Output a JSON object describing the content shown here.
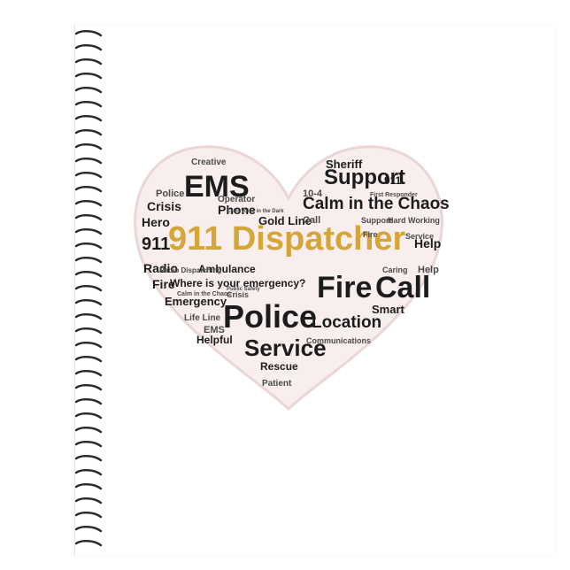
{
  "colors": {
    "heart_fill": "#f9eeee",
    "heart_stroke": "#ead6d6",
    "word_dark": "#1c1c1c",
    "word_gold": "#d4a63a",
    "word_mid": "#4a4a4a",
    "wire": "#2b2b2b"
  },
  "words": [
    {
      "id": "w-dispatcher",
      "text": "911 Dispatcher",
      "gold": true
    },
    {
      "id": "w-police-big",
      "text": "Police"
    },
    {
      "id": "w-fire-big",
      "text": "Fire"
    },
    {
      "id": "w-call-big",
      "text": "Call"
    },
    {
      "id": "w-ems-big",
      "text": "EMS"
    },
    {
      "id": "w-support-big",
      "text": "Support"
    },
    {
      "id": "w-service-big",
      "text": "Service"
    },
    {
      "id": "w-calm-chaos-big",
      "text": "Calm in the Chaos"
    },
    {
      "id": "w-location",
      "text": "Location"
    },
    {
      "id": "w-911-left",
      "text": "911"
    },
    {
      "id": "w-phone",
      "text": "Phone"
    },
    {
      "id": "w-crisis",
      "text": "Crisis"
    },
    {
      "id": "w-hero",
      "text": "Hero"
    },
    {
      "id": "w-radio",
      "text": "Radio"
    },
    {
      "id": "w-where-emergency",
      "text": "Where is your emergency?"
    },
    {
      "id": "w-emergency",
      "text": "Emergency"
    },
    {
      "id": "w-ambulance",
      "text": "Ambulance"
    },
    {
      "id": "w-rescue",
      "text": "Rescue"
    },
    {
      "id": "w-gold-line",
      "text": "Gold Line"
    },
    {
      "id": "w-help",
      "text": "Help"
    },
    {
      "id": "w-smart",
      "text": "Smart"
    },
    {
      "id": "w-sheriff",
      "text": "Sheriff"
    },
    {
      "id": "w-10-4",
      "text": "10-4"
    },
    {
      "id": "w-helpful",
      "text": "Helpful"
    },
    {
      "id": "w-creative",
      "text": "Creative"
    },
    {
      "id": "w-operator",
      "text": "Operator"
    },
    {
      "id": "w-police-small",
      "text": "Police"
    },
    {
      "id": "w-life-line",
      "text": "Life Line"
    },
    {
      "id": "w-communications",
      "text": "Communications"
    },
    {
      "id": "w-patient",
      "text": "Patient"
    },
    {
      "id": "w-911-right",
      "text": "911"
    },
    {
      "id": "w-call-small",
      "text": "Call"
    },
    {
      "id": "w-fire-mid",
      "text": "Fire"
    },
    {
      "id": "w-ems-small",
      "text": "EMS"
    },
    {
      "id": "w-calm-voice",
      "text": "Calm Voice in the Dark"
    },
    {
      "id": "w-radio-dispatching",
      "text": "Radio Dispatching"
    },
    {
      "id": "w-caring",
      "text": "Caring"
    },
    {
      "id": "w-hard-working",
      "text": "Hard Working"
    },
    {
      "id": "w-support-small",
      "text": "Support"
    },
    {
      "id": "w-public-safety",
      "text": "Public Safety"
    },
    {
      "id": "w-first-responder",
      "text": "First Responder"
    },
    {
      "id": "w-calm-chaos-small",
      "text": "Calm in the Chaos"
    },
    {
      "id": "w-service-small",
      "text": "Service"
    },
    {
      "id": "w-crisis-small",
      "text": "Crisis"
    },
    {
      "id": "w-fire-small",
      "text": "Fire"
    },
    {
      "id": "w-help-small",
      "text": "Help"
    }
  ]
}
